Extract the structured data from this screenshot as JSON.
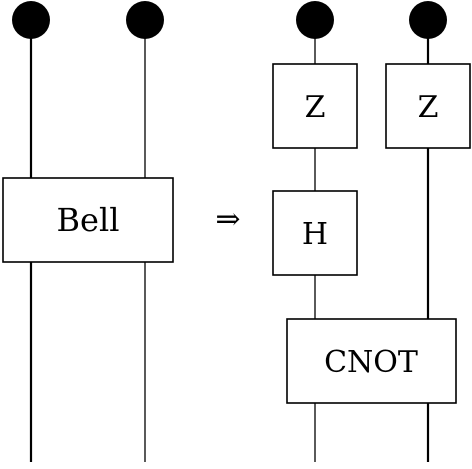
{
  "diagram": {
    "bell_label": "Bell",
    "implies_symbol": "⇒",
    "gates": {
      "z_left": "Z",
      "z_right": "Z",
      "h": "H",
      "cnot": "CNOT"
    },
    "colors": {
      "stroke": "#000000",
      "dot": "#000000",
      "background": "#ffffff"
    }
  }
}
